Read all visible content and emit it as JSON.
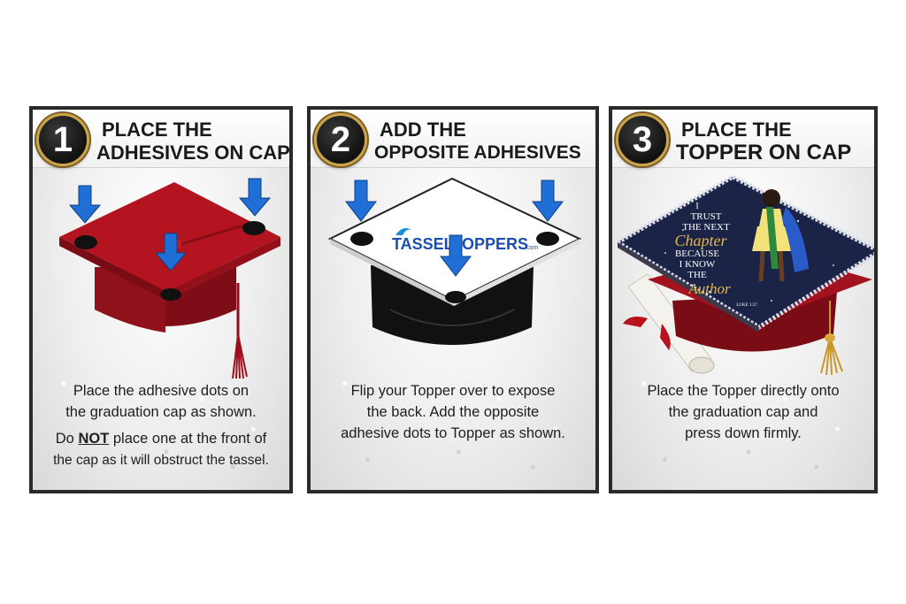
{
  "steps": [
    {
      "number": "1",
      "title_line1": "PLACE THE",
      "title_line2": "ADHESIVES ON CAP",
      "desc_line1": "Place the adhesive dots on",
      "desc_line2": "the graduation cap as shown.",
      "warn_prefix": "Do ",
      "warn_emph": "NOT",
      "warn_line1_rest": " place one at the front of",
      "warn_line2": "the cap as it will obstruct the tassel."
    },
    {
      "number": "2",
      "title_line1": "ADD THE",
      "title_line2": "OPPOSITE ADHESIVES",
      "logo_text": "TASSELTOPPERS",
      "logo_suffix": ".com",
      "desc_line1": "Flip your Topper over to expose",
      "desc_line2": "the back. Add the opposite",
      "desc_line3": "adhesive dots to Topper as shown."
    },
    {
      "number": "3",
      "title_line1": "PLACE THE",
      "title_line2": "TOPPER ON CAP",
      "topper_text": [
        "I",
        "TRUST",
        "THE NEXT",
        "Chapter",
        "BECAUSE",
        "I KNOW",
        "THE",
        "Author"
      ],
      "topper_ref": "LUKE 1:37",
      "desc_line1": "Place the Topper directly onto",
      "desc_line2": "the graduation cap and",
      "desc_line3": "press down firmly."
    }
  ],
  "colors": {
    "arrow": "#1f6fd6",
    "cap_red": "#a3121f",
    "badge_ring": "#c9a34a",
    "frame": "#2a2a2a"
  }
}
